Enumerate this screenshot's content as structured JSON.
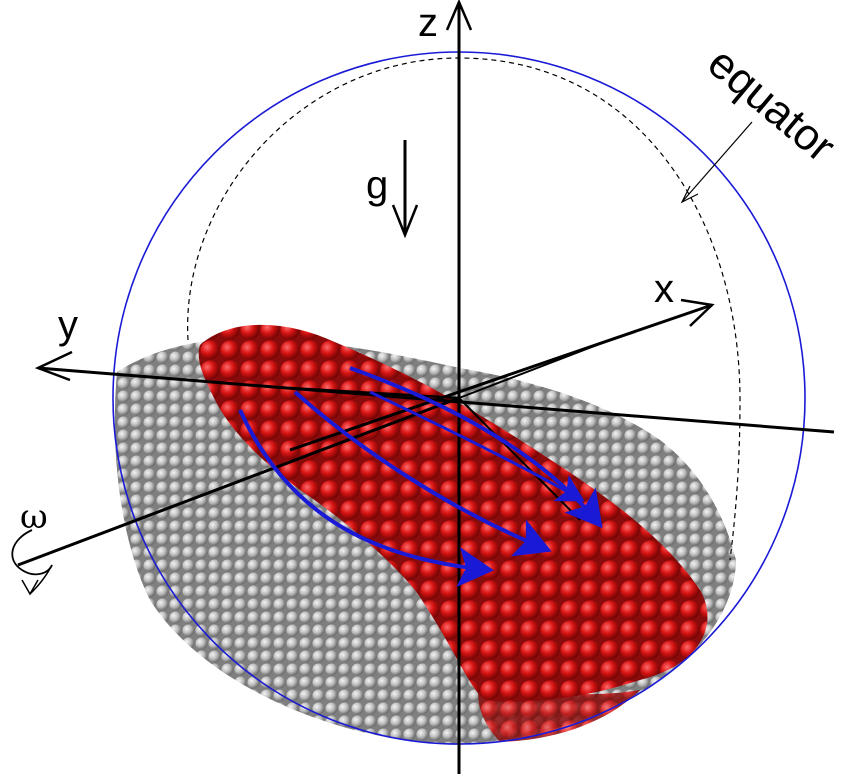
{
  "labels": {
    "z": "z",
    "x": "x",
    "y": "y",
    "gravity": "g",
    "omega": "ω",
    "equator": "equator"
  },
  "colors": {
    "sphere_outline": "#1a1ad6",
    "flow_arrows": "#1a1ad6",
    "grey_particles": "#bdbdbd",
    "red_particles": "#d81414",
    "axes": "#000000"
  },
  "icons": {
    "rotation": "curved-rotation-arrow-icon",
    "gravity": "down-arrow-icon"
  }
}
